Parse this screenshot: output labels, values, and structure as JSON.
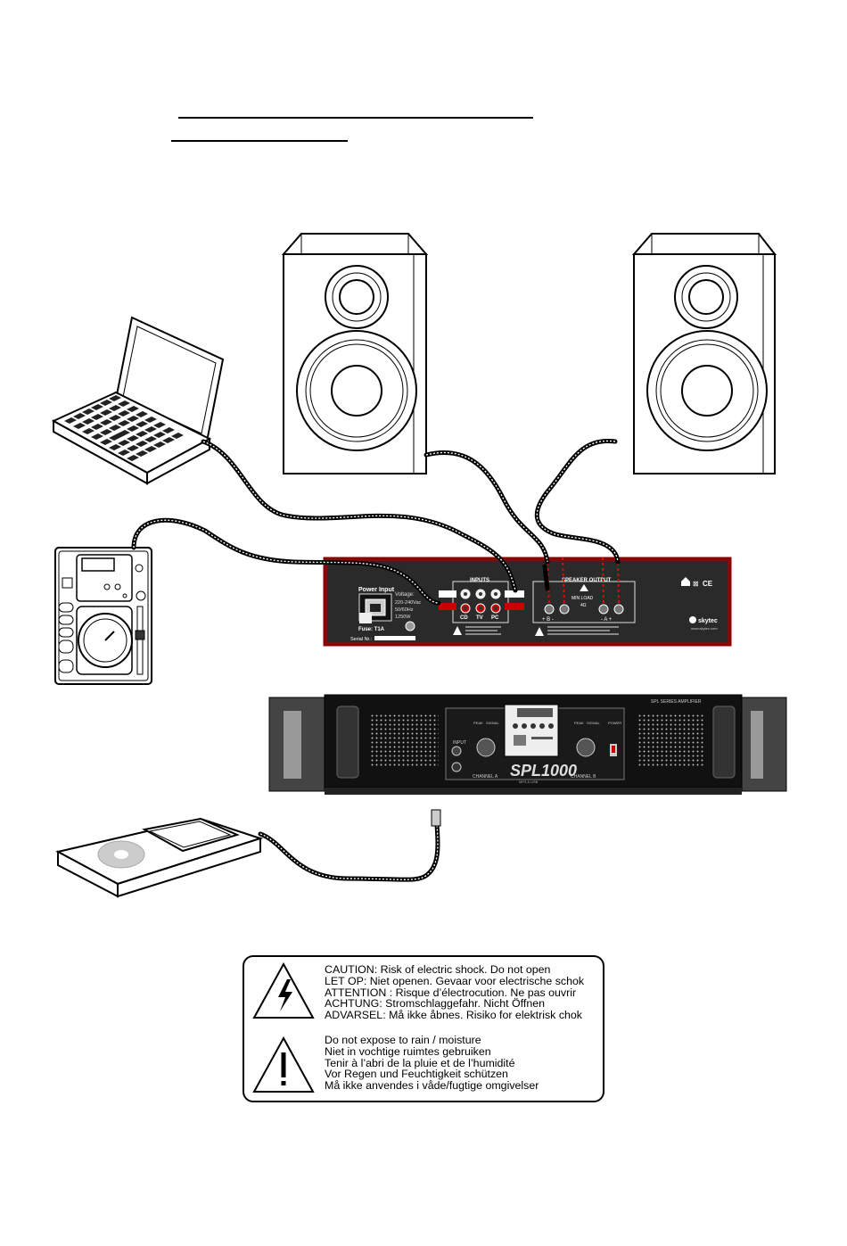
{
  "amp_rear": {
    "power_input": "Power Input",
    "voltage": "Voltage:",
    "voltage_values": [
      "220-240Vac",
      "50/60Hz",
      "1250W"
    ],
    "fuse": "Fuse: T1A",
    "serial": "Serial Nr.:",
    "inputs": "INPUTS",
    "input_labels": [
      "CD",
      "TV",
      "PC"
    ],
    "speaker_output": "SPEAKER OUTPUT",
    "min_load": "MIN LOAD",
    "ohms": "4Ω",
    "channel_b": "+ B -",
    "channel_a": "- A +",
    "brand": "skytec",
    "url": "www.skytec.com"
  },
  "amp_front": {
    "series": "SPL SERIES AMPLIFIER",
    "model": "SPL1000",
    "model_sub": "MP3 & USB",
    "channel_a": "CHANNEL A",
    "channel_b": "CHANNEL B",
    "input": "INPUT",
    "peak": "PEAK",
    "signal": "SIGNAL",
    "power": "POWER"
  },
  "warning": {
    "icons": [
      "lightning-icon",
      "exclamation-icon"
    ],
    "electric_lines": [
      "CAUTION: Risk of electric shock. Do not open",
      "LET OP: Niet openen. Gevaar voor electrische schok",
      "ATTENTION : Risque d’électrocution. Ne pas ouvrir",
      "ACHTUNG: Stromschlaggefahr. Nicht Öffnen",
      "ADVARSEL: Må ikke åbnes. Risiko for elektrisk chok"
    ],
    "moisture_lines": [
      "Do not expose to rain / moisture",
      "Niet in vochtige ruimtes gebruiken",
      "Tenir à l’abri de la pluie et de l’humidité",
      "Vor Regen und Feuchtigkeit schützen",
      "Må ikke anvendes i våde/fugtige omgivelser"
    ]
  }
}
